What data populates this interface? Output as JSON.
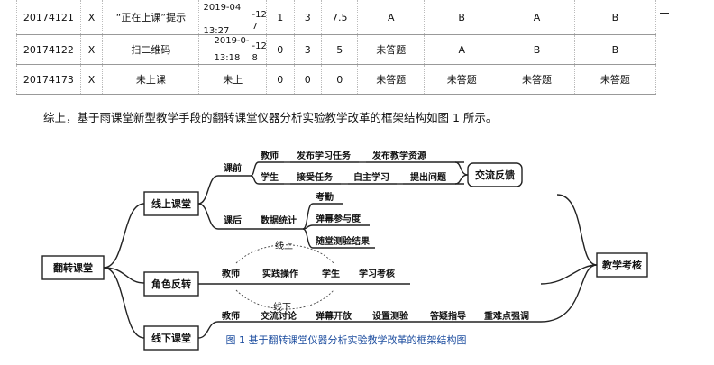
{
  "table": {
    "rows": [
      {
        "id": "20174121",
        "x": "X",
        "status": "“正在上课”提示",
        "time_a": "2019-04",
        "time_b": "13:27",
        "dash_a": "-12",
        "dash_b": "7",
        "n1": "1",
        "n2": "3",
        "score": "7.5",
        "a1": "A",
        "a2": "B",
        "a3": "A",
        "a4": "B"
      },
      {
        "id": "20174122",
        "x": "X",
        "status": "扫二维码",
        "time_a": "2019-0-",
        "time_b": "13:18",
        "dash_a": "-12",
        "dash_b": "8",
        "n1": "0",
        "n2": "3",
        "score": "5",
        "a1": "未答题",
        "a2": "A",
        "a3": "B",
        "a4": "B"
      },
      {
        "id": "20174173",
        "x": "X",
        "status": "未上课",
        "time_a": "未上",
        "time_b": "",
        "dash_a": "",
        "dash_b": "",
        "n1": "0",
        "n2": "0",
        "score": "0",
        "a1": "未答题",
        "a2": "未答题",
        "a3": "未答题",
        "a4": "未答题"
      }
    ]
  },
  "paragraph": "综上，基于雨课堂新型教学手段的翻转课堂仪器分析实验教学改革的框架结构如图 1 所示。",
  "mindmap": {
    "root": "翻转课堂",
    "online": "线上课堂",
    "role": "角色反转",
    "offline": "线下课堂",
    "assessment": "教学考核",
    "feedback": "交流反馈",
    "before_class": "课前",
    "after_class": "课后",
    "teacher": "教师",
    "publish_task": "发布学习任务",
    "publish_resource": "发布教学资源",
    "student": "学生",
    "accept_task": "接受任务",
    "self_study": "自主学习",
    "raise_question": "提出问题",
    "data_stats": "数据统计",
    "attendance": "考勤",
    "barrage": "弹幕参与度",
    "quiz_result": "随堂测验结果",
    "online_label": "线上",
    "offline_label": "线下",
    "role_teacher": "教师",
    "practice": "实践操作",
    "role_student": "学生",
    "learning_assess": "学习考核",
    "off_teacher": "教师",
    "discussion": "交流讨论",
    "barrage_open": "弹幕开放",
    "set_quiz": "设置测验",
    "answer_guide": "答疑指导",
    "key_points": "重难点强调"
  },
  "caption": "图 1 基于翻转课堂仪器分析实验教学改革的框架结构图"
}
